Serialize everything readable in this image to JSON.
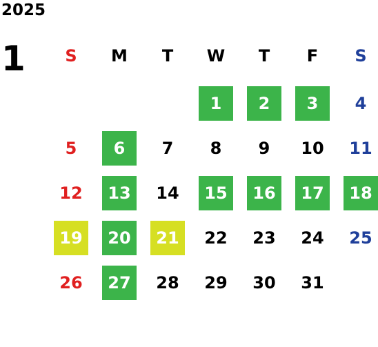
{
  "calendar": {
    "year": "2025",
    "month": "1",
    "colors": {
      "sunday": "#e02020",
      "saturday": "#1f3f9a",
      "weekday": "#000000",
      "green_highlight": "#3cb44a",
      "yellow_highlight": "#d6df23"
    },
    "weekdays": [
      "S",
      "M",
      "T",
      "W",
      "T",
      "F",
      "S"
    ],
    "weeks": [
      [
        {
          "label": ""
        },
        {
          "label": ""
        },
        {
          "label": ""
        },
        {
          "label": "1",
          "highlight": "green"
        },
        {
          "label": "2",
          "highlight": "green"
        },
        {
          "label": "3",
          "highlight": "green"
        },
        {
          "label": "4"
        }
      ],
      [
        {
          "label": "5"
        },
        {
          "label": "6",
          "highlight": "green"
        },
        {
          "label": "7"
        },
        {
          "label": "8"
        },
        {
          "label": "9"
        },
        {
          "label": "10"
        },
        {
          "label": "11"
        }
      ],
      [
        {
          "label": "12"
        },
        {
          "label": "13",
          "highlight": "green"
        },
        {
          "label": "14"
        },
        {
          "label": "15",
          "highlight": "green"
        },
        {
          "label": "16",
          "highlight": "green"
        },
        {
          "label": "17",
          "highlight": "green"
        },
        {
          "label": "18",
          "highlight": "green"
        }
      ],
      [
        {
          "label": "19",
          "highlight": "yellow"
        },
        {
          "label": "20",
          "highlight": "green"
        },
        {
          "label": "21",
          "highlight": "yellow"
        },
        {
          "label": "22"
        },
        {
          "label": "23"
        },
        {
          "label": "24"
        },
        {
          "label": "25"
        }
      ],
      [
        {
          "label": "26"
        },
        {
          "label": "27",
          "highlight": "green"
        },
        {
          "label": "28"
        },
        {
          "label": "29"
        },
        {
          "label": "30"
        },
        {
          "label": "31"
        },
        {
          "label": ""
        }
      ]
    ]
  }
}
